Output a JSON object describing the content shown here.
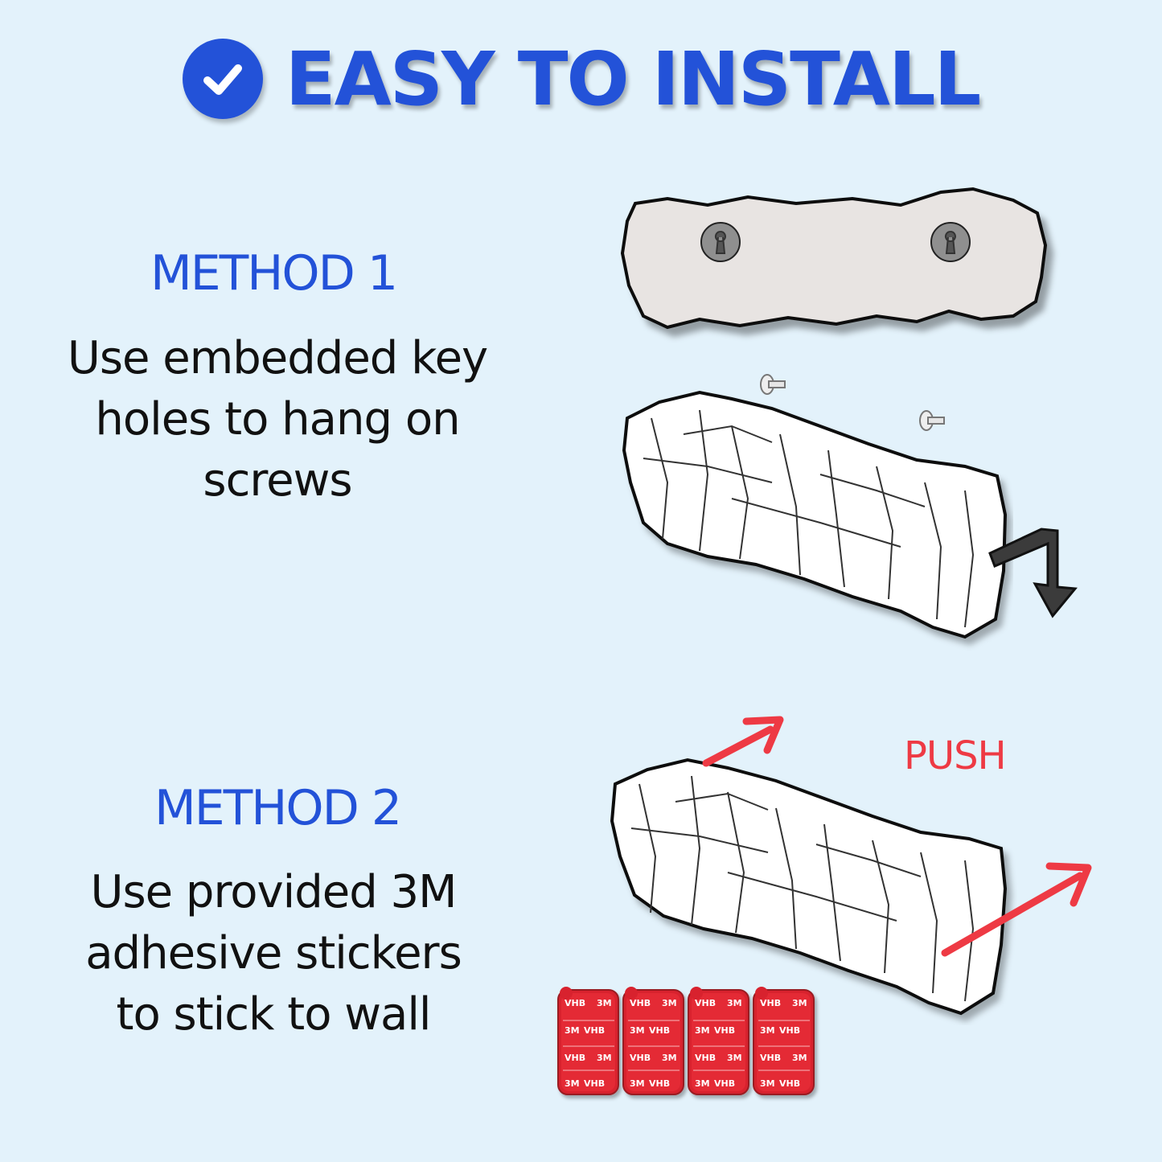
{
  "header": {
    "title": "EASY TO INSTALL",
    "badge_icon": "check-circle-icon",
    "accent_color": "#2352d8"
  },
  "method1": {
    "title": "METHOD 1",
    "desc_lines": [
      "Use embedded key",
      "holes to hang on",
      "screws"
    ]
  },
  "method2": {
    "title": "METHOD 2",
    "desc_lines": [
      "Use provided 3M",
      "adhesive stickers",
      "to stick to wall"
    ]
  },
  "push_label": "PUSH",
  "push_color": "#ee3a44",
  "sticker_text": {
    "brand": "3M",
    "type": "VHB"
  }
}
